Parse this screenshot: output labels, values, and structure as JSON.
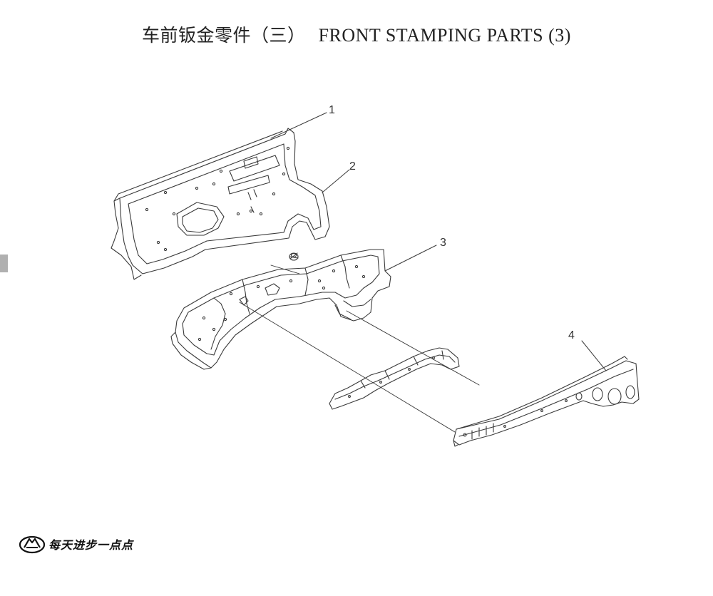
{
  "header": {
    "title_cn": "车前钣金零件（三）",
    "title_en": "FRONT STAMPING PARTS (3)"
  },
  "callouts": [
    "1",
    "2",
    "3",
    "4"
  ],
  "footer": {
    "slogan": "每天进步一点点",
    "logo_icon": "car-maker-logo-icon"
  },
  "colors": {
    "line": "#3a3a3a",
    "background": "#ffffff"
  }
}
